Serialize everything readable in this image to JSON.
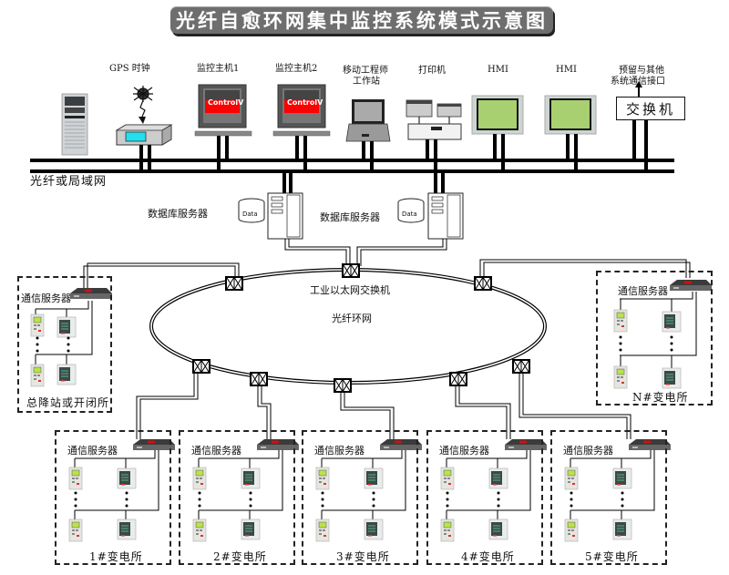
{
  "title": "光纤自愈环网集中监控系统模式示意图",
  "top_devices": [
    {
      "id": "server-tower",
      "label": ""
    },
    {
      "id": "gps-clock",
      "label": "GPS  时钟"
    },
    {
      "id": "monitor-host-1",
      "label": "监控主机1",
      "screen_text": "ControlV"
    },
    {
      "id": "monitor-host-2",
      "label": "监控主机2",
      "screen_text": "ControlV"
    },
    {
      "id": "mobile-workstation",
      "label_line1": "移动工程师",
      "label_line2": "工作站"
    },
    {
      "id": "printer",
      "label": "打印机"
    },
    {
      "id": "hmi-1",
      "label": "HMI"
    },
    {
      "id": "hmi-2",
      "label": "HMI"
    },
    {
      "id": "reserved-interface",
      "label_line1": "预留与其他",
      "label_line2": "系统通信接口",
      "switch_label": "交换机"
    }
  ],
  "network_label": "光纤或局域网",
  "db_servers": [
    {
      "label": "数据库服务器",
      "disk_label": "Data"
    },
    {
      "label": "数据库服务器",
      "disk_label": "Data"
    }
  ],
  "ring": {
    "switch_label": "工业以太网交换机",
    "ring_label": "光纤环网"
  },
  "stations": [
    {
      "id": "main",
      "server_label": "通信服务器",
      "name": "总降站或开闭所"
    },
    {
      "id": "n",
      "server_label": "通信服务器",
      "name": "N#变电所"
    },
    {
      "id": "s1",
      "server_label": "通信服务器",
      "name": "1#变电所"
    },
    {
      "id": "s2",
      "server_label": "通信服务器",
      "name": "2#变电所"
    },
    {
      "id": "s3",
      "server_label": "通信服务器",
      "name": "3#变电所"
    },
    {
      "id": "s4",
      "server_label": "通信服务器",
      "name": "4#变电所"
    },
    {
      "id": "s5",
      "server_label": "通信服务器",
      "name": "5#变电所"
    }
  ],
  "colors": {
    "title_bg": "#6e6e6e",
    "monitor_red": "#ff0000",
    "gps_screen": "#22e0ee",
    "hmi_screen": "#a8d070",
    "line": "#000000"
  }
}
